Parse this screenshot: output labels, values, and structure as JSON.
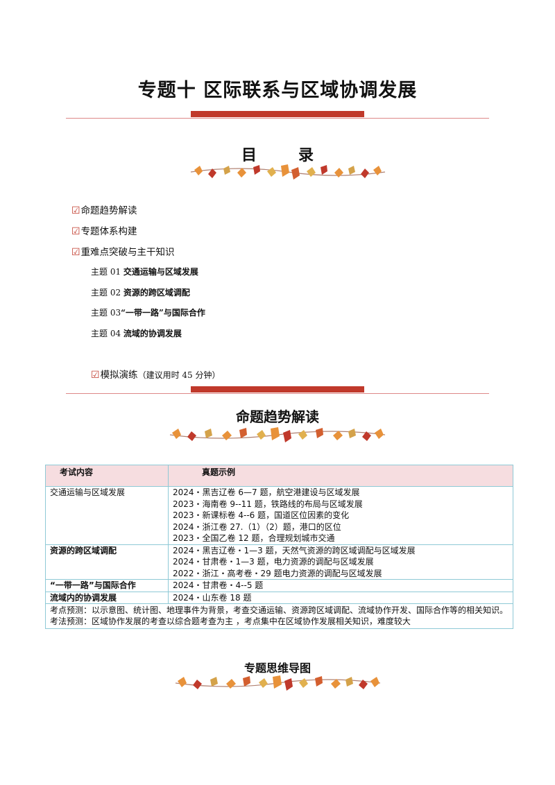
{
  "title": "专题十  区际联系与区域协调发展",
  "toc": {
    "heading_left": "目",
    "heading_right": "录",
    "items": [
      {
        "check": "☑",
        "label": "命题趋势解读"
      },
      {
        "check": "☑",
        "label": "专题体系构建"
      },
      {
        "check": "☑",
        "label": "重难点突破与主干知识"
      }
    ],
    "sub_items": [
      {
        "prefix": "主题 01",
        "label": "交通运输与区域发展"
      },
      {
        "prefix": "主题 02",
        "label": "资源的跨区域调配"
      },
      {
        "prefix": "主题 03",
        "label": "“一带一路”与国际合作"
      },
      {
        "prefix": "主题 04",
        "label": "流域的协调发展"
      }
    ],
    "practice": {
      "check": "☑",
      "label": "模拟演练",
      "note": "（建议用时 45 分钟）"
    }
  },
  "section1": {
    "title": "命题趋势解读"
  },
  "table": {
    "headers": [
      "考试内容",
      "真题示例"
    ],
    "rows": [
      {
        "topic": "交通运输与区域发展",
        "bold": false,
        "examples": [
          "2024・黑吉辽卷 6—7 题，航空港建设与区域发展",
          "2023・海南卷 9--11 题，铁路线的布局与区域发展",
          "2023・新课标卷 4--6 题，国道区位因素的变化",
          "2024・浙江卷 27.（1）（2）题，港口的区位",
          "2023・全国乙卷 12 题，合理规划城市交通"
        ]
      },
      {
        "topic": "资源的跨区域调配",
        "bold": true,
        "examples": [
          "2024・黑吉辽卷・1—3 题，天然气资源的跨区域调配与区域发展",
          "2024・甘肃卷・1—3 题，电力资源的调配与区域发展",
          "2022・浙江・高考卷・29 题电力资源的调配与区域发展"
        ]
      },
      {
        "topic": "“一带一路”与国际合作",
        "bold": true,
        "examples": [
          "2024・甘肃卷・4--5 题"
        ]
      },
      {
        "topic": "流域内的协调发展",
        "bold": true,
        "examples": [
          "2024・山东卷 18 题"
        ]
      }
    ],
    "notes": [
      "考点预测：以示意图、统计图、地理事件为背景，考查交通运输、资源跨区域调配、流域协作开发、国际合作等的相关知识。",
      "考法预测：区域协作发展的考查以综合题考查为主 ，考点集中在区域协作发展相关知识，难度较大"
    ]
  },
  "section2": {
    "title": "专题思维导图"
  },
  "colors": {
    "accent_red": "#c0392b",
    "table_border": "#8ec9d6",
    "header_bg": "#f6dde0",
    "leaf_orange": "#e8923a"
  }
}
